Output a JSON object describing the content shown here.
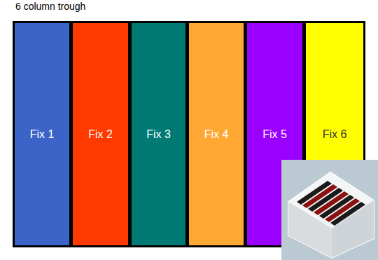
{
  "diagram": {
    "title": "6 column trough",
    "nodes": [
      {
        "text": [
          "Fix 1"
        ]
      },
      {
        "text": [
          "Fix 2"
        ]
      },
      {
        "text": [
          "Fix 3"
        ]
      },
      {
        "text": [
          "Fix 4"
        ]
      },
      {
        "text": [
          "Fix 5"
        ]
      },
      {
        "text": [
          "Fix 6"
        ]
      }
    ]
  }
}
